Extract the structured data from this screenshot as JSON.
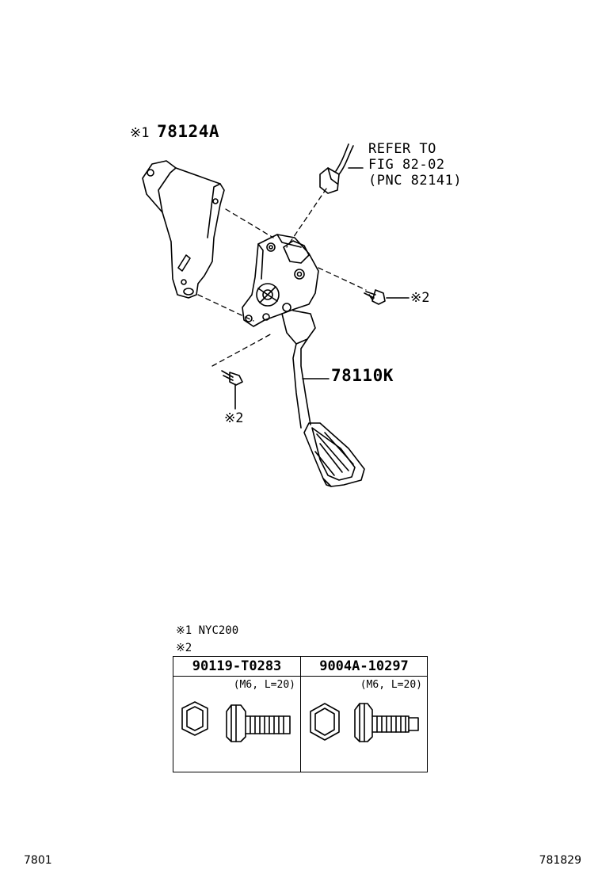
{
  "callouts": {
    "bracket": {
      "mark": "※1",
      "part_no": "78124A"
    },
    "pedal": {
      "part_no": "78110K"
    },
    "refer": {
      "line1": "REFER TO",
      "line2": "FIG 82-02",
      "line3": "(PNC 82141)"
    },
    "bolt_right": {
      "mark": "※2"
    },
    "bolt_left": {
      "mark": "※2"
    }
  },
  "notes": {
    "note1": "※1 NYC200",
    "note2": "※2"
  },
  "parts_table": {
    "columns": [
      {
        "part_no": "90119-T0283",
        "spec": "(M6, L=20)"
      },
      {
        "part_no": "9004A-10297",
        "spec": "(M6, L=20)"
      }
    ]
  },
  "footer": {
    "left": "7801",
    "right": "781829"
  }
}
